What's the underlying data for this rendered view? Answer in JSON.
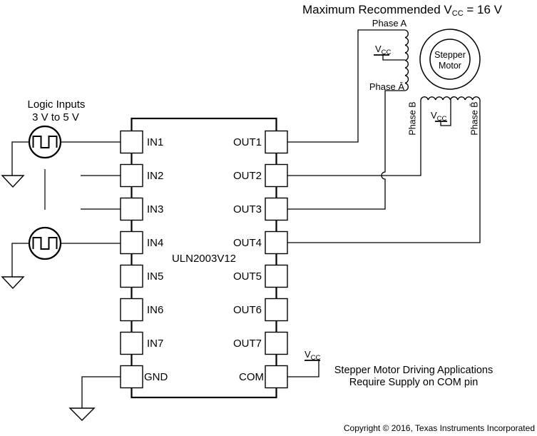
{
  "colors": {
    "ink": "#000000",
    "background": "#ffffff"
  },
  "title": {
    "text_before_sub": "Maximum Recommended V",
    "subscript": "CC",
    "text_after_sub": " = 16 V"
  },
  "sources": {
    "label_line1": "Logic Inputs",
    "label_line2": "3 V to 5 V"
  },
  "ic": {
    "label": "ULN2003V12",
    "left_pins": [
      "IN1",
      "IN2",
      "IN3",
      "IN4",
      "IN5",
      "IN6",
      "IN7",
      "GND"
    ],
    "right_pins": [
      "OUT1",
      "OUT2",
      "OUT3",
      "OUT4",
      "OUT5",
      "OUT6",
      "OUT7",
      "COM"
    ]
  },
  "motor": {
    "label_line1": "Stepper",
    "label_line2": "Motor"
  },
  "windings": {
    "phase_a": "Phase A",
    "phase_a_bar": "Phase Ā",
    "phase_b": "Phase B",
    "phase_b_bar": "Phase B̄"
  },
  "supply": {
    "v": "V",
    "subscript": "CC"
  },
  "note": {
    "line1": "Stepper Motor Driving Applications",
    "line2": "Require Supply on COM pin"
  },
  "footer": {
    "copyright": "Copyright © 2016, Texas Instruments Incorporated"
  }
}
